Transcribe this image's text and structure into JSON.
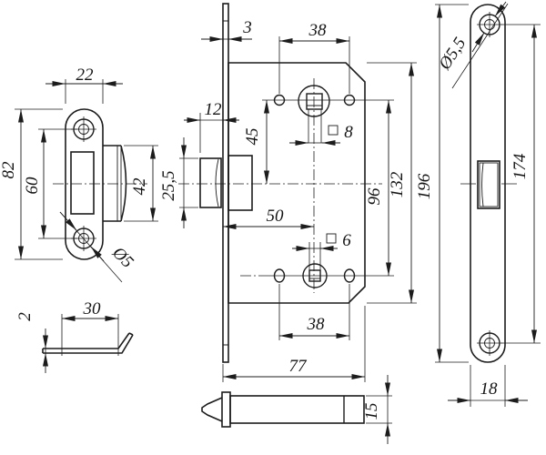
{
  "drawing": {
    "strike_plate_front": {
      "width": "22",
      "height": "82",
      "screw_spacing": "60",
      "lip_height": "42",
      "screw_hole_dia": "Ø5"
    },
    "strike_plate_profile": {
      "length": "30",
      "thickness": "2"
    },
    "lock_case": {
      "faceplate_thickness": "3",
      "upper_screw_spacing": "38",
      "latch_projection": "12",
      "hub_to_axis": "45",
      "latch_height": "25,5",
      "upper_square": "8",
      "backset": "50",
      "lower_square": "6",
      "hub_spacing": "96",
      "case_height": "132",
      "lower_screw_spacing": "38",
      "case_depth": "77"
    },
    "latch_bolt_side": {
      "height": "15"
    },
    "face_strip": {
      "screw_hole_dia": "Ø5,5",
      "screw_spacing": "174",
      "length": "196",
      "width": "18"
    }
  }
}
